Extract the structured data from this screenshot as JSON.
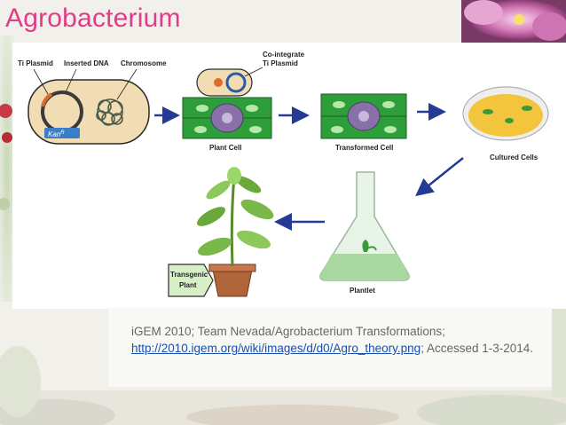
{
  "slide": {
    "title": "Agrobacterium",
    "caption": {
      "source_text": "iGEM 2010; Team Nevada/Agrobacterium Transformations;",
      "link_text": "http://2010.igem.org/wiki/images/d/d0/Agro_theory.png",
      "accessed_text": "; Accessed 1-3-2014."
    }
  },
  "diagram": {
    "labels": {
      "ti_plasmid": "Ti Plasmid",
      "inserted_dna": "Inserted DNA",
      "chromosome": "Chromosome",
      "kan": "Kan",
      "kan_sup": "R",
      "co_integrate": "Co-integrate",
      "co_integrate_ti": "Ti Plasmid",
      "plant_cell": "Plant Cell",
      "transformed_cell": "Transformed Cell",
      "cultured_cells": "Cultured Cells",
      "plantlet": "Plantlet",
      "transgenic": "Transgenic",
      "plant": "Plant"
    },
    "colors": {
      "title_pink": "#e23b8a",
      "bacterium_fill": "#f2dcb3",
      "cell_green": "#2e9e3a",
      "nucleus_purple": "#8a70a8",
      "arrow_blue": "#243a94",
      "link_blue": "#1a4fb0"
    }
  }
}
